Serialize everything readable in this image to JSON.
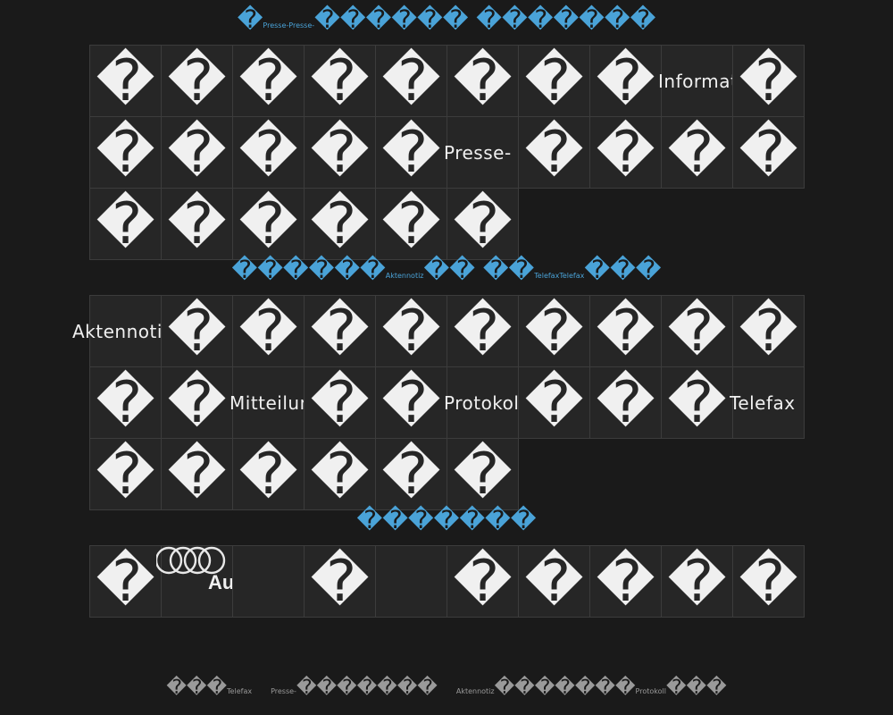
{
  "sections": [
    {
      "title": {
        "lead": "�",
        "small": "Presse-Presse-",
        "trail": "������ �������"
      },
      "cells": [
        {
          "type": "glyph",
          "text": "�"
        },
        {
          "type": "glyph",
          "text": "�"
        },
        {
          "type": "glyph",
          "text": "�"
        },
        {
          "type": "glyph",
          "text": "�"
        },
        {
          "type": "glyph",
          "text": "�"
        },
        {
          "type": "glyph",
          "text": "�"
        },
        {
          "type": "glyph",
          "text": "�"
        },
        {
          "type": "glyph",
          "text": "�"
        },
        {
          "type": "word",
          "text": "Informatio"
        },
        {
          "type": "glyph",
          "text": "�"
        },
        {
          "type": "glyph",
          "text": "�"
        },
        {
          "type": "glyph",
          "text": "�"
        },
        {
          "type": "glyph",
          "text": "�"
        },
        {
          "type": "glyph",
          "text": "�"
        },
        {
          "type": "glyph",
          "text": "�"
        },
        {
          "type": "word",
          "text": "Presse-"
        },
        {
          "type": "glyph",
          "text": "�"
        },
        {
          "type": "glyph",
          "text": "�"
        },
        {
          "type": "glyph",
          "text": "�"
        },
        {
          "type": "glyph",
          "text": "�"
        },
        {
          "type": "glyph",
          "text": "�"
        },
        {
          "type": "glyph",
          "text": "�"
        },
        {
          "type": "glyph",
          "text": "�"
        },
        {
          "type": "glyph",
          "text": "�"
        },
        {
          "type": "glyph",
          "text": "�"
        },
        {
          "type": "glyph",
          "text": "�"
        }
      ]
    },
    {
      "title": {
        "lead": "������",
        "small": "Aktennotiz",
        "trail": "�� ��",
        "small2": "TelefaxTelefax",
        "trail2": "���"
      },
      "cells": [
        {
          "type": "word",
          "text": "Aktennotiz"
        },
        {
          "type": "glyph",
          "text": "�"
        },
        {
          "type": "glyph",
          "text": "�"
        },
        {
          "type": "glyph",
          "text": "�"
        },
        {
          "type": "glyph",
          "text": "�"
        },
        {
          "type": "glyph",
          "text": "�"
        },
        {
          "type": "glyph",
          "text": "�"
        },
        {
          "type": "glyph",
          "text": "�"
        },
        {
          "type": "glyph",
          "text": "�"
        },
        {
          "type": "glyph",
          "text": "�"
        },
        {
          "type": "glyph",
          "text": "�"
        },
        {
          "type": "glyph",
          "text": "�"
        },
        {
          "type": "word",
          "text": "Mitteilun"
        },
        {
          "type": "glyph",
          "text": "�"
        },
        {
          "type": "glyph",
          "text": "�"
        },
        {
          "type": "word",
          "text": "Protokoll"
        },
        {
          "type": "glyph",
          "text": "�"
        },
        {
          "type": "glyph",
          "text": "�"
        },
        {
          "type": "glyph",
          "text": "�"
        },
        {
          "type": "word",
          "text": "Telefax"
        },
        {
          "type": "glyph",
          "text": "�"
        },
        {
          "type": "glyph",
          "text": "�"
        },
        {
          "type": "glyph",
          "text": "�"
        },
        {
          "type": "glyph",
          "text": "�"
        },
        {
          "type": "glyph",
          "text": "�"
        },
        {
          "type": "glyph",
          "text": "�"
        }
      ]
    },
    {
      "title": {
        "lead": "�������"
      },
      "cells": [
        {
          "type": "glyph",
          "text": "�"
        },
        {
          "type": "logo",
          "text": "Audi"
        },
        {
          "type": "empty",
          "text": ""
        },
        {
          "type": "glyph",
          "text": "�"
        },
        {
          "type": "empty",
          "text": ""
        },
        {
          "type": "glyph",
          "text": "�"
        },
        {
          "type": "glyph",
          "text": "�"
        },
        {
          "type": "glyph",
          "text": "�"
        },
        {
          "type": "glyph",
          "text": "�"
        },
        {
          "type": "glyph",
          "text": "�"
        }
      ]
    }
  ],
  "footer": {
    "a": "���",
    "b": "Telefax",
    "c": "Presse-",
    "d": "�������",
    "e": "Aktennotiz",
    "f": "�������",
    "g": "Protokoll",
    "h": "���"
  },
  "colors": {
    "background": "#1a1a1a",
    "cell": "#262626",
    "border": "#3c3c3c",
    "title": "#4aa3d8",
    "glyph": "#f0f0f0",
    "footer": "#9a9a9a"
  }
}
